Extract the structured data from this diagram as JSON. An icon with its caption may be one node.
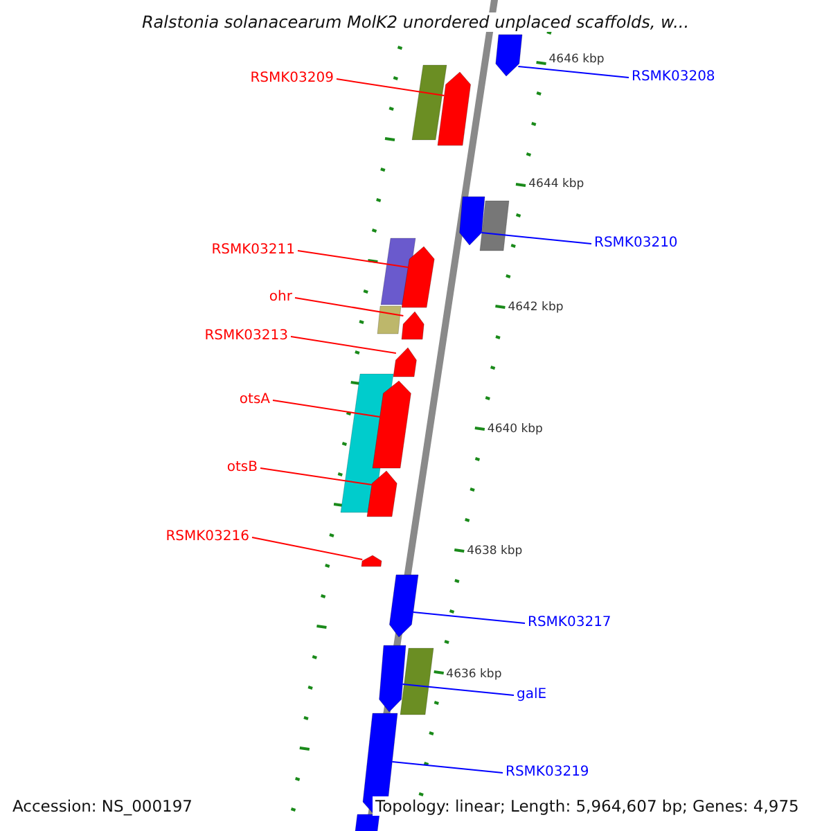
{
  "diagram": {
    "title": "Ralstonia solanacearum MolK2 unordered unplaced scaffolds, w...",
    "nodes": [
      {
        "text": [
          "RSMK03208"
        ]
      },
      {
        "text": [
          "RSMK03209"
        ]
      },
      {
        "text": [
          "RSMK03210"
        ]
      },
      {
        "text": [
          "RSMK03211"
        ]
      },
      {
        "text": [
          "ohr"
        ]
      },
      {
        "text": [
          "RSMK03213"
        ]
      },
      {
        "text": [
          "otsA"
        ]
      },
      {
        "text": [
          "otsB"
        ]
      },
      {
        "text": [
          "RSMK03216"
        ]
      },
      {
        "text": [
          "RSMK03217"
        ]
      },
      {
        "text": [
          "galE"
        ]
      },
      {
        "text": [
          "RSMK03219"
        ]
      },
      {
        "text": [],
        "shape": "bar"
      },
      {
        "text": [],
        "shape": "bar"
      },
      {
        "text": [],
        "shape": "bar"
      },
      {
        "text": [],
        "shape": "bar"
      },
      {
        "text": [],
        "shape": "bar"
      },
      {
        "text": [],
        "shape": "bar"
      },
      {
        "text": [],
        "shape": "bar"
      },
      {
        "text": [],
        "shape": "bar"
      },
      {
        "text": [],
        "shape": "bar"
      },
      {
        "text": [],
        "shape": "bar"
      },
      {
        "text": [],
        "shape": "bar"
      },
      {
        "text": [],
        "shape": "bar"
      }
    ],
    "edges": [
      {
        "from": 0,
        "to": 12,
        "arrow": "none",
        "color": "#0000ff"
      },
      {
        "from": 1,
        "to": 13,
        "arrow": "none",
        "color": "#ff0000"
      },
      {
        "from": 2,
        "to": 14,
        "arrow": "none",
        "color": "#0000ff"
      },
      {
        "from": 3,
        "to": 15,
        "arrow": "none",
        "color": "#ff0000"
      },
      {
        "from": 4,
        "to": 16,
        "arrow": "none",
        "color": "#ff0000"
      },
      {
        "from": 5,
        "to": 17,
        "arrow": "none",
        "color": "#ff0000"
      },
      {
        "from": 6,
        "to": 18,
        "arrow": "none",
        "color": "#ff0000"
      },
      {
        "from": 7,
        "to": 19,
        "arrow": "none",
        "color": "#ff0000"
      },
      {
        "from": 8,
        "to": 20,
        "arrow": "none",
        "color": "#ff0000"
      },
      {
        "from": 9,
        "to": 21,
        "arrow": "none",
        "color": "#0000ff"
      },
      {
        "from": 10,
        "to": 22,
        "arrow": "none",
        "color": "#0000ff"
      },
      {
        "from": 11,
        "to": 23,
        "arrow": "none",
        "color": "#0000ff"
      }
    ],
    "labels": [
      "4646 kbp",
      "4644 kbp",
      "4642 kbp",
      "4640 kbp",
      "4638 kbp",
      "4636 kbp",
      "Accession: NS_000197",
      "Topology: linear; Length: 5,964,607 bp; Genes: 4,975"
    ]
  }
}
